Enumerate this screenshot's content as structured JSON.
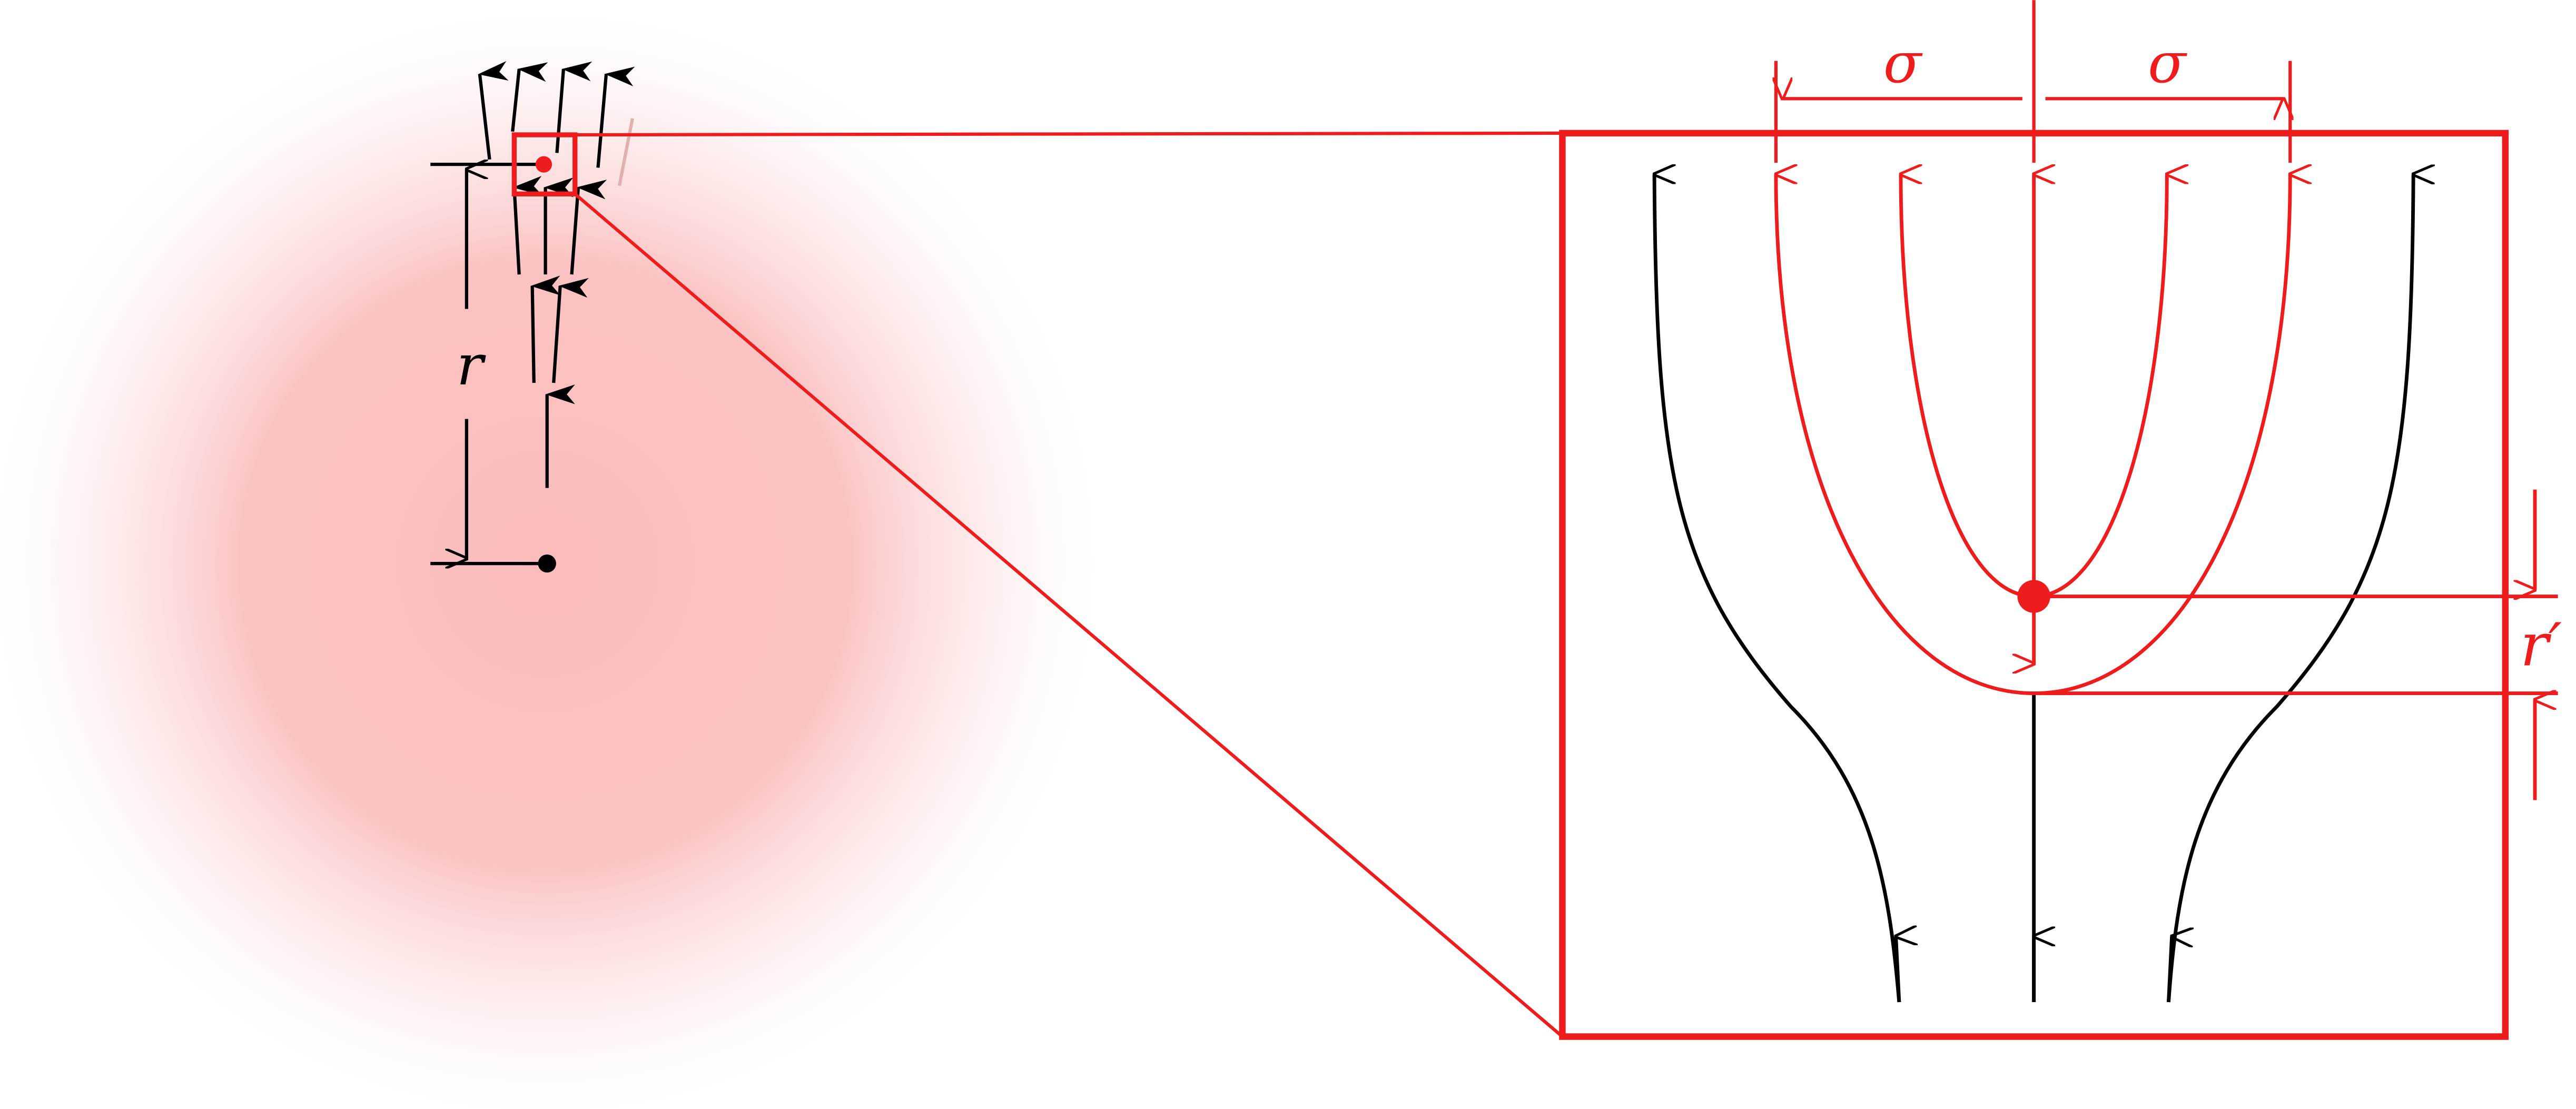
{
  "labels": {
    "r": "r",
    "sigma_left": "σ",
    "sigma_right": "σ",
    "r_prime": "r′"
  },
  "colors": {
    "accent": "#ee1c1c",
    "ink": "#000000",
    "halo": "#fbbcbc"
  }
}
